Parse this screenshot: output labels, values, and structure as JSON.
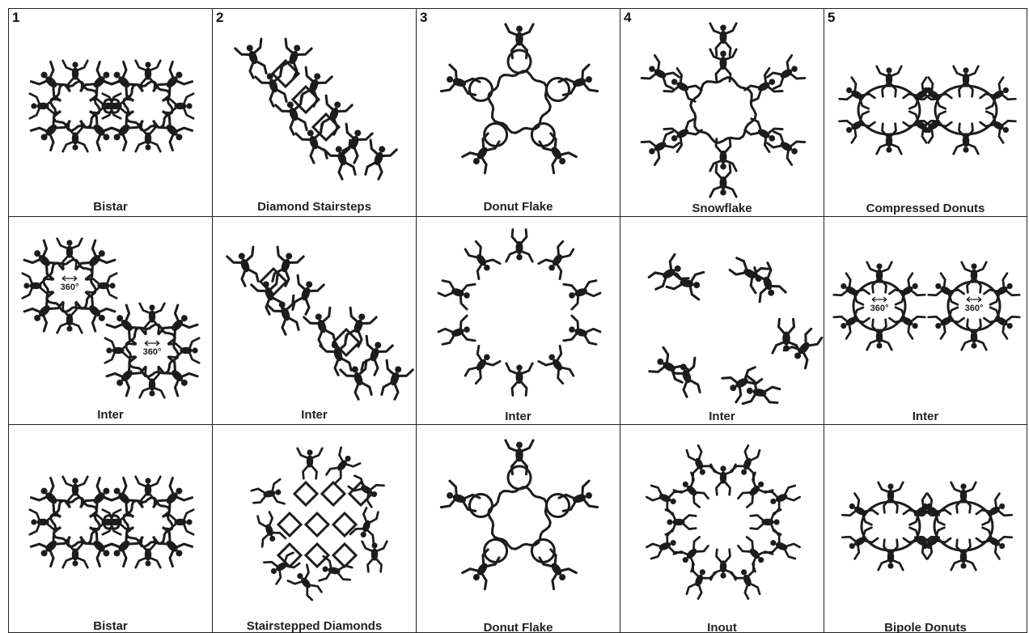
{
  "columns": [
    {
      "number": "1",
      "rows": [
        {
          "caption": "Bistar",
          "type": "bistar",
          "labels": []
        },
        {
          "caption": "Inter",
          "type": "inter-stars",
          "labels": [
            "360°",
            "360°"
          ]
        },
        {
          "caption": "Bistar",
          "type": "bistar",
          "labels": []
        }
      ]
    },
    {
      "number": "2",
      "rows": [
        {
          "caption": "Diamond Stairsteps",
          "type": "stairsteps",
          "labels": []
        },
        {
          "caption": "Inter",
          "type": "inter-diamonds",
          "labels": []
        },
        {
          "caption": "Stairstepped Diamonds",
          "type": "stepped-diamonds",
          "labels": []
        }
      ]
    },
    {
      "number": "3",
      "rows": [
        {
          "caption": "Donut Flake",
          "type": "donut-flake",
          "labels": []
        },
        {
          "caption": "Inter",
          "type": "inter-ring",
          "labels": []
        },
        {
          "caption": "Donut Flake",
          "type": "donut-flake",
          "labels": []
        }
      ]
    },
    {
      "number": "4",
      "rows": [
        {
          "caption": "Snowflake",
          "type": "snowflake",
          "labels": []
        },
        {
          "caption": "Inter",
          "type": "inter-pinwheel",
          "labels": []
        },
        {
          "caption": "Inout",
          "type": "inout",
          "labels": []
        }
      ]
    },
    {
      "number": "5",
      "rows": [
        {
          "caption": "Compressed Donuts",
          "type": "compressed-donuts",
          "labels": []
        },
        {
          "caption": "Inter",
          "type": "inter-donuts",
          "labels": [
            "360°",
            "360°"
          ]
        },
        {
          "caption": "Bipole Donuts",
          "type": "bipole-donuts",
          "labels": []
        }
      ]
    }
  ]
}
